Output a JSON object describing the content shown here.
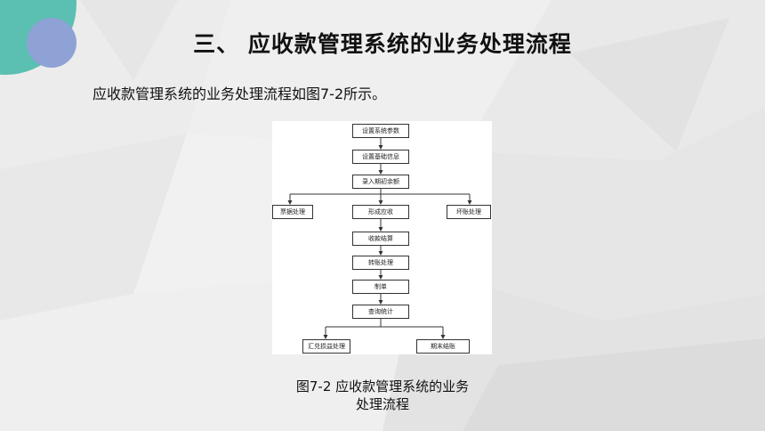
{
  "slide": {
    "title": "三、 应收款管理系统的业务处理流程",
    "intro": "应收款管理系统的业务处理流程如图7-2所示。",
    "caption_line1": "图7-2 应收款管理系统的业务",
    "caption_line2": "处理流程"
  },
  "flowchart": {
    "steps": {
      "setup_params": "设置系统参数",
      "setup_basic": "设置基础信息",
      "opening_balance": "录入期初余额",
      "bill_processing": "票据处理",
      "form_receivable": "形成应收",
      "bad_debt": "坏账处理",
      "collection": "收款结算",
      "transfer": "转账处理",
      "voucher": "制单",
      "query": "查询统计",
      "fx_gain_loss": "汇兑损益处理",
      "period_end": "期末结账"
    }
  },
  "colors": {
    "teal": "#5bbfb2",
    "blue_circle": "#8ea2d6",
    "text": "#111111"
  }
}
